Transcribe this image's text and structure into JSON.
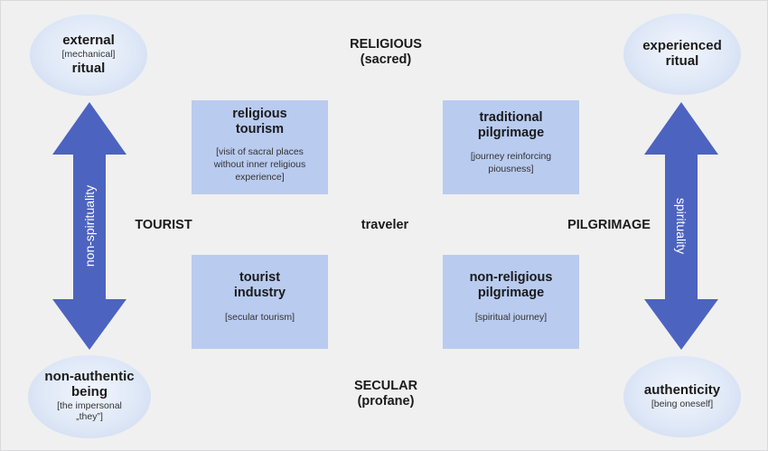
{
  "axis": {
    "top_line1": "RELIGIOUS",
    "top_line2": "(sacred)",
    "bottom_line1": "SECULAR",
    "bottom_line2": "(profane)",
    "left": "TOURIST",
    "center": "traveler",
    "right": "PILGRIMAGE"
  },
  "ovals": {
    "top_left": {
      "line1": "external",
      "sub": "[mechanical]",
      "line2": "ritual"
    },
    "top_right": {
      "line1": "experienced",
      "line2": "ritual"
    },
    "bottom_left": {
      "line1": "non-authentic",
      "line2": "being",
      "sub1": "[the impersonal",
      "sub2": "„they”]"
    },
    "bottom_right": {
      "line1": "authenticity",
      "sub": "[being oneself]"
    }
  },
  "boxes": {
    "religious_tourism": {
      "line1": "religious",
      "line2": "tourism",
      "desc1": "[visit of sacral places",
      "desc2": "without inner religious",
      "desc3": "experience]"
    },
    "traditional_pilgrimage": {
      "line1": "traditional",
      "line2": "pilgrimage",
      "desc1": "[journey reinforcing",
      "desc2": "piousness]"
    },
    "tourist_industry": {
      "line1": "tourist",
      "line2": "industry",
      "desc1": "[secular tourism]"
    },
    "non_religious_pilgrimage": {
      "line1": "non-religious",
      "line2": "pilgrimage",
      "desc1": "[spiritual journey]"
    }
  },
  "arrows": {
    "left_label": "non-spirituality",
    "right_label": "spirituality"
  },
  "colors": {
    "arrow": "#4d63c0",
    "box": "#b9cbef",
    "background": "#f0f0f1"
  }
}
